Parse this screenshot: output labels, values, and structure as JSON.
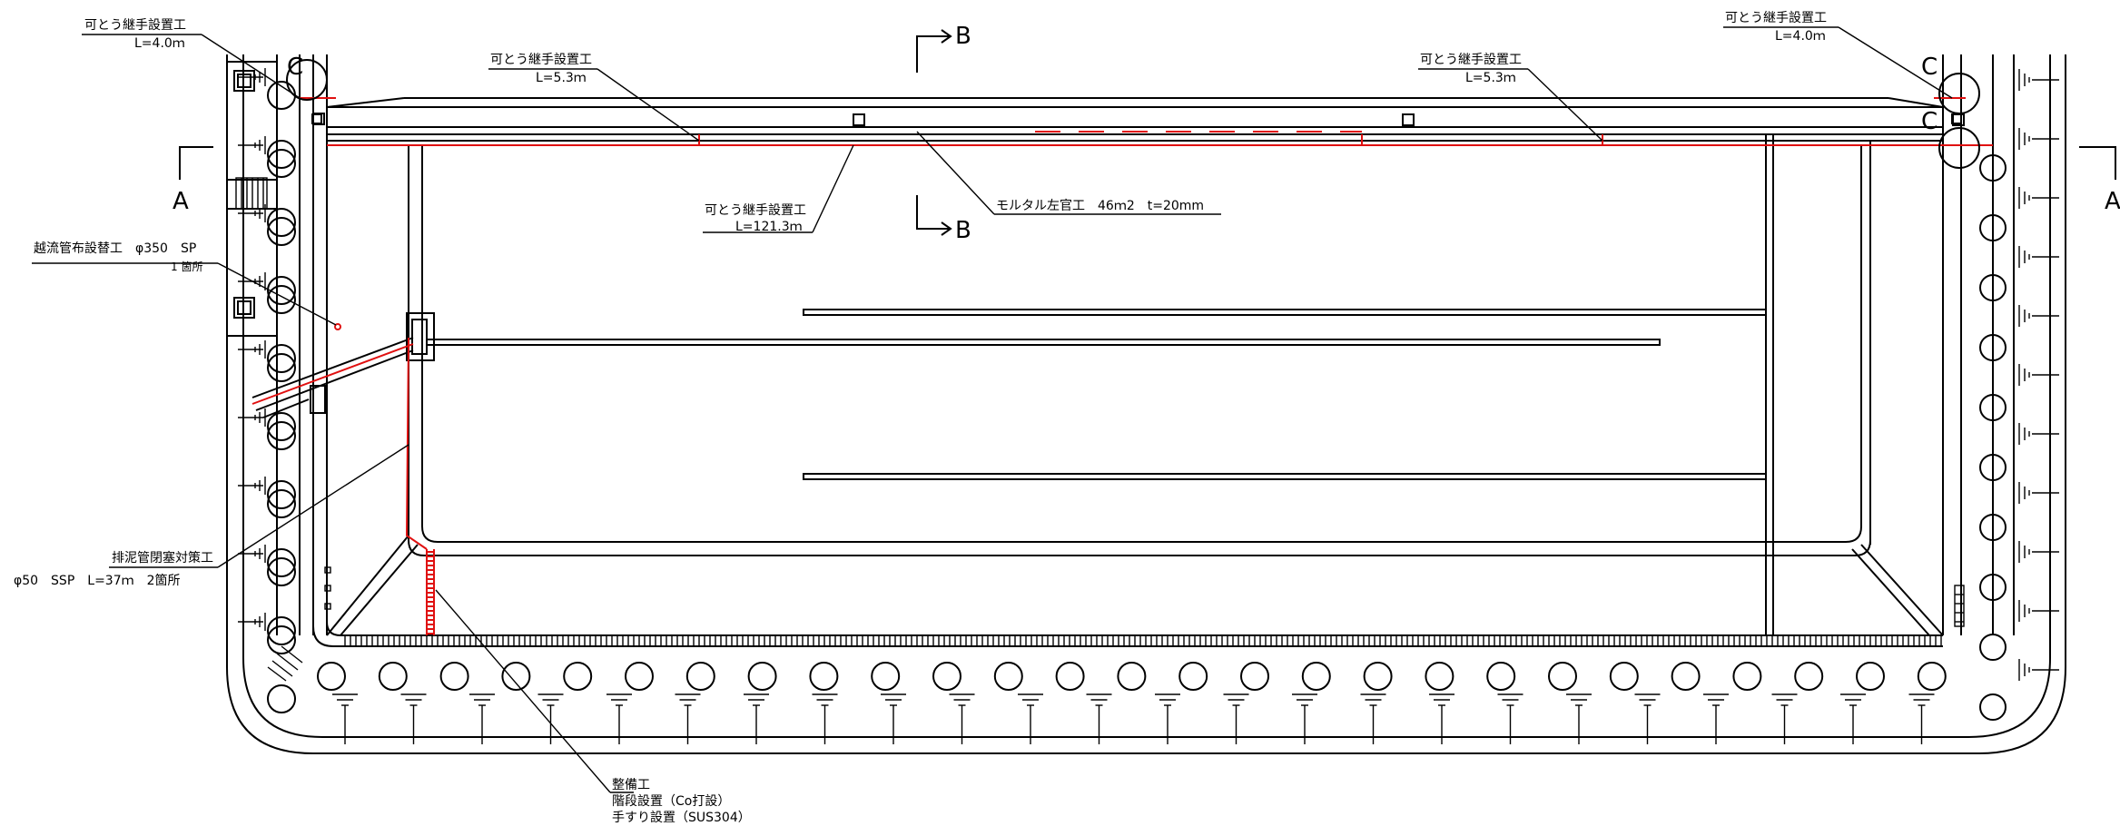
{
  "annotations": {
    "joint_tl_title": "可とう継手設置工",
    "joint_tl_len": "L=4.0ｍ",
    "joint_tr_title": "可とう継手設置工",
    "joint_tr_len": "L=4.0ｍ",
    "joint_top_left_title": "可とう継手設置工",
    "joint_top_left_len": "L=5.3ｍ",
    "joint_top_right_title": "可とう継手設置工",
    "joint_top_right_len": "L=5.3ｍ",
    "joint_mid_title": "可とう継手設置工",
    "joint_mid_len": "L=121.3ｍ",
    "mortar": "モルタル左官工　46ｍ2　t=20mm",
    "overflow_title": "越流管布設替工　φ350　SP",
    "overflow_count": "1 箇所",
    "drain_title": "排泥管閉塞対策工",
    "drain_spec": "φ50　SSP　L=37ｍ　2箇所",
    "maint_title": "整備工",
    "maint_line1": "階段設置（Co打設）",
    "maint_line2": "手すり設置（SUS304）"
  },
  "section_marks": {
    "a_left": "A",
    "a_right": "A",
    "b_top": "B",
    "b_bottom": "B",
    "c_left": "C",
    "c_right": "C"
  },
  "colors": {
    "line": "#000000",
    "highlight": "#e01010"
  }
}
